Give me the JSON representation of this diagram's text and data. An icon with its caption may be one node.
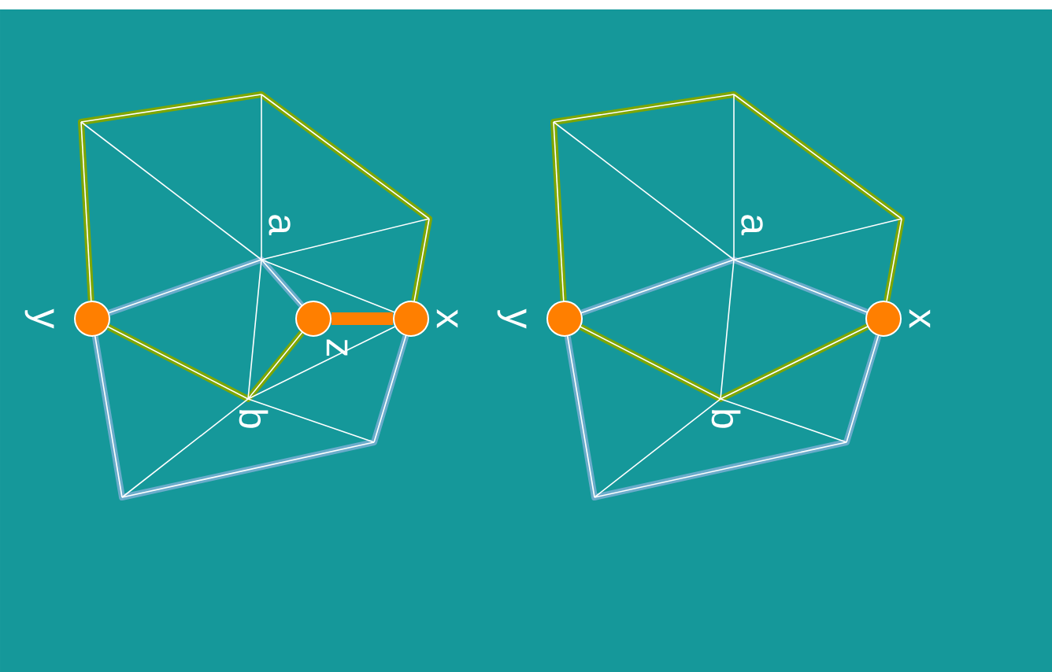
{
  "diagram": {
    "nodes": [
      {
        "text": [],
        "shape": "circle",
        "beside": [
          "y"
        ]
      },
      {
        "text": [],
        "shape": "circle",
        "beside": [
          "z"
        ]
      },
      {
        "text": [],
        "shape": "circle",
        "beside": [
          "x"
        ]
      },
      {
        "text": [],
        "shape": "circle",
        "beside": [
          "y"
        ]
      },
      {
        "text": [],
        "shape": "circle",
        "beside": [
          "x"
        ]
      }
    ],
    "edges": [
      {
        "from": 0,
        "to": 2,
        "arrow": "none",
        "color": "#7fa600"
      },
      {
        "from": 0,
        "to": 2,
        "arrow": "none",
        "color": "#6aaccb"
      },
      {
        "from": 0,
        "to": 1,
        "arrow": "none",
        "color": "#7fa600"
      },
      {
        "from": 0,
        "to": 1,
        "arrow": "none",
        "color": "#6aaccb"
      },
      {
        "from": 1,
        "to": 2,
        "arrow": "none",
        "style": "thick",
        "color": "#ff7f00"
      },
      {
        "from": 3,
        "to": 4,
        "arrow": "none",
        "color": "#7fa600"
      },
      {
        "from": 3,
        "to": 4,
        "arrow": "none",
        "color": "#6aaccb"
      },
      {
        "from": 3,
        "to": 4,
        "arrow": "none",
        "color": "#7fa600"
      },
      {
        "from": 3,
        "to": 4,
        "arrow": "none",
        "color": "#6aaccb"
      }
    ],
    "labels": [
      "a",
      "b",
      "a",
      "b"
    ]
  }
}
